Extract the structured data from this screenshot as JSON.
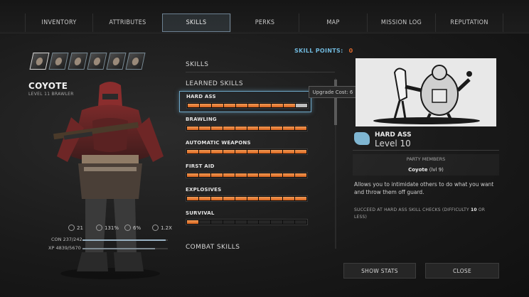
{
  "tabs": [
    {
      "label": "INVENTORY",
      "active": false
    },
    {
      "label": "ATTRIBUTES",
      "active": false
    },
    {
      "label": "SKILLS",
      "active": true
    },
    {
      "label": "PERKS",
      "active": false
    },
    {
      "label": "MAP",
      "active": false
    },
    {
      "label": "MISSION LOG",
      "active": false
    },
    {
      "label": "REPUTATION",
      "active": false
    }
  ],
  "character": {
    "name": "COYOTE",
    "level_text": "LEVEL 11 BRAWLER",
    "stats": [
      {
        "icon": "shield-icon",
        "value": "21"
      },
      {
        "icon": "crosshair-icon",
        "value": "131%"
      },
      {
        "icon": "dagger-icon",
        "value": "6%"
      },
      {
        "icon": "critical-icon",
        "value": "1.2X"
      }
    ],
    "con_label": "CON 237/242",
    "con_fraction": 0.979,
    "xp_label": "XP 4839/5670",
    "xp_fraction": 0.853
  },
  "party_portraits": [
    "party-member-1",
    "party-member-2",
    "party-member-3",
    "party-member-4",
    "party-member-5",
    "party-member-6"
  ],
  "skill_points": {
    "label": "SKILL POINTS:",
    "value": "0"
  },
  "skills_panel": {
    "title": "SKILLS",
    "learned_title": "LEARNED SKILLS",
    "combat_title": "COMBAT SKILLS",
    "skills": [
      {
        "name": "HARD ASS",
        "level": 10,
        "selected": true
      },
      {
        "name": "BRAWLING",
        "level": 10,
        "selected": false
      },
      {
        "name": "AUTOMATIC WEAPONS",
        "level": 10,
        "selected": false
      },
      {
        "name": "FIRST AID",
        "level": 10,
        "selected": false
      },
      {
        "name": "EXPLOSIVES",
        "level": 10,
        "selected": false
      },
      {
        "name": "SURVIVAL",
        "level": 1,
        "selected": false
      }
    ],
    "tooltip": "Upgrade Cost: 6"
  },
  "detail": {
    "title": "HARD ASS",
    "level": "Level 10",
    "party_header": "PARTY MEMBERS",
    "party_member_name": "Coyote",
    "party_member_level": "(lvl 9)",
    "description": "Allows you to intimidate others to do what you want and throw them off guard.",
    "requirement_prefix": "SUCCEED AT HARD ASS SKILL CHECKS (DIFFICULTY ",
    "requirement_value": "10",
    "requirement_suffix": " OR LESS)"
  },
  "buttons": {
    "show_stats": "SHOW STATS",
    "close": "CLOSE"
  },
  "colors": {
    "accent_orange": "#e06a2c",
    "accent_blue": "#6fb6da",
    "bar_fill": "#e07a35"
  }
}
